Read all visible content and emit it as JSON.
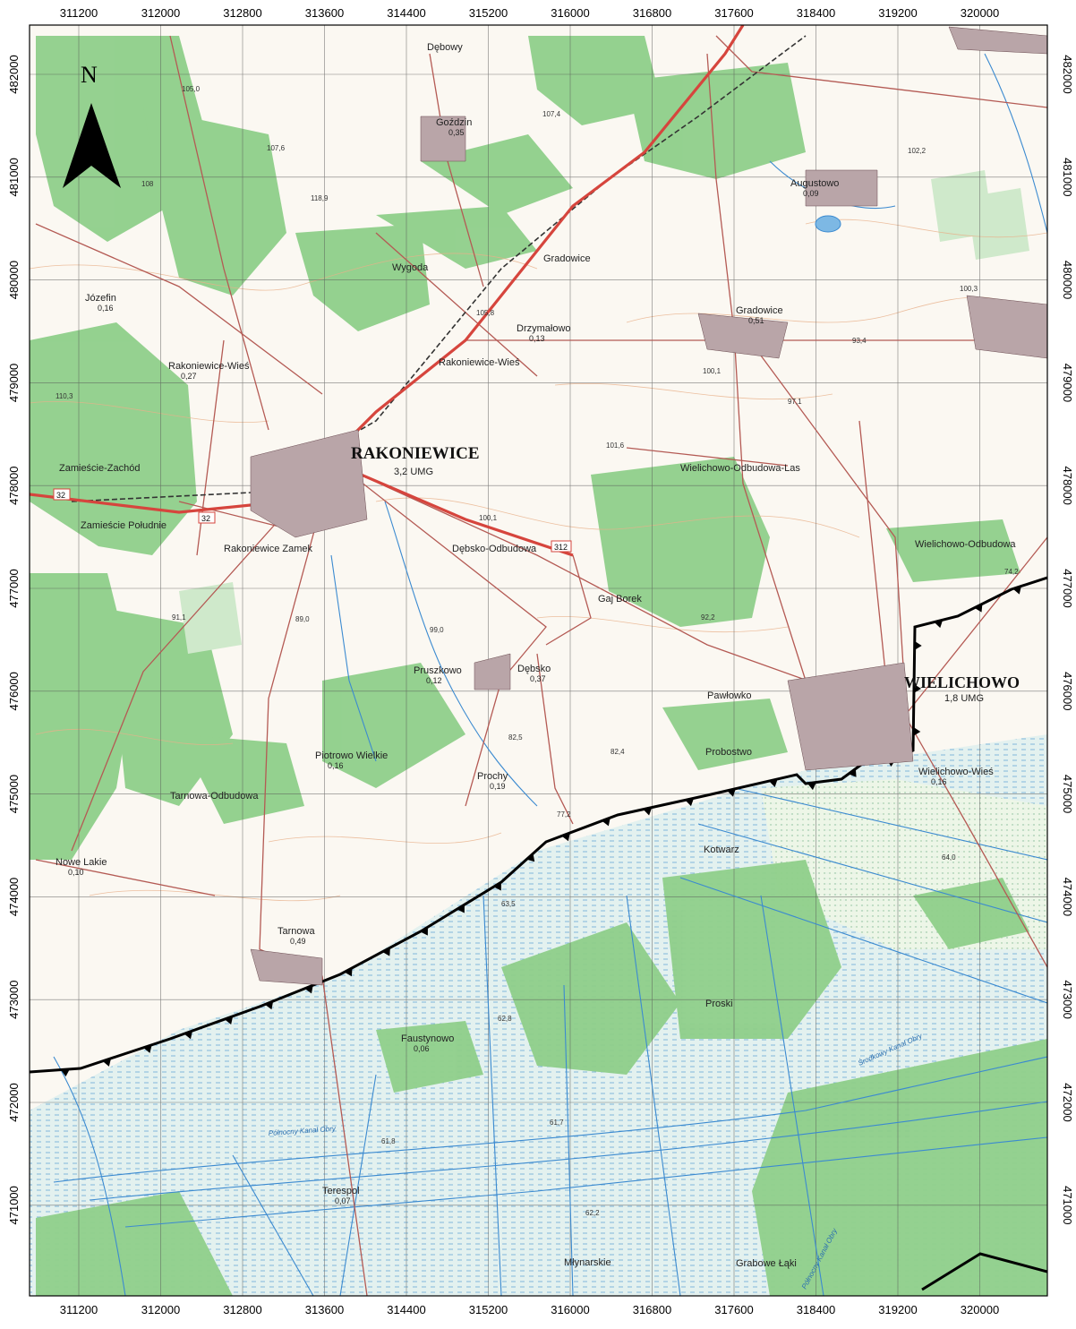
{
  "map": {
    "x_ticks": [
      "311200",
      "312000",
      "312800",
      "313600",
      "314400",
      "315200",
      "316000",
      "316800",
      "317600",
      "318400",
      "319200",
      "320000"
    ],
    "y_ticks": [
      "482000",
      "481000",
      "480000",
      "479000",
      "478000",
      "477000",
      "476000",
      "475000",
      "474000",
      "473000",
      "472000",
      "471000"
    ],
    "north_label": "N",
    "towns": [
      {
        "name": "RAKONIEWICE",
        "sub": "3,2 UMG"
      },
      {
        "name": "WIELICHOWO",
        "sub": "1,8 UMG"
      }
    ],
    "villages": [
      {
        "name": "Goździn",
        "sub": "0,35"
      },
      {
        "name": "Gradowice",
        "sub": "0,51"
      },
      {
        "name": "Augustowo",
        "sub": "0,09"
      },
      {
        "name": "Józefin",
        "sub": "0,16"
      },
      {
        "name": "Rakoniewice-Wieś",
        "sub": "0,27"
      },
      {
        "name": "Drzymałowo",
        "sub": "0,13"
      },
      {
        "name": "Rakoniewice-Wieś",
        "sub": ""
      },
      {
        "name": "Wygoda",
        "sub": ""
      },
      {
        "name": "Gradowice",
        "sub": ""
      },
      {
        "name": "Zamieście Południe",
        "sub": ""
      },
      {
        "name": "Rakoniewice Zamek",
        "sub": ""
      },
      {
        "name": "Dębsko-Odbudowa",
        "sub": ""
      },
      {
        "name": "Pruszkowo",
        "sub": "0,12"
      },
      {
        "name": "Dębsko",
        "sub": "0,37"
      },
      {
        "name": "Piotrowo Wielkie",
        "sub": "0,16"
      },
      {
        "name": "Prochy",
        "sub": "0,19"
      },
      {
        "name": "Nowe Lakie",
        "sub": "0,10"
      },
      {
        "name": "Tarnowa",
        "sub": "0,49"
      },
      {
        "name": "Faustynowo",
        "sub": "0,06"
      },
      {
        "name": "Terespol",
        "sub": "0,07"
      },
      {
        "name": "Wielichowo-Wieś",
        "sub": "0,16"
      },
      {
        "name": "Pawłowko",
        "sub": ""
      },
      {
        "name": "Probostwo",
        "sub": ""
      },
      {
        "name": "Wielichowo-Odbudowa-Las",
        "sub": ""
      },
      {
        "name": "Wielichowo-Odbudowa",
        "sub": ""
      },
      {
        "name": "Gaj Borek",
        "sub": ""
      },
      {
        "name": "Tarnowa-Odbudowa",
        "sub": ""
      },
      {
        "name": "Dębowy",
        "sub": ""
      },
      {
        "name": "Kotwarz",
        "sub": ""
      },
      {
        "name": "Proski",
        "sub": ""
      },
      {
        "name": "Młynarskie",
        "sub": ""
      },
      {
        "name": "Grabowe Łąki",
        "sub": ""
      },
      {
        "name": "Zamieście-Zachód",
        "sub": ""
      }
    ],
    "canals": [
      "Północny Kanał Obry",
      "Środkowy Kanał Obry",
      "Północny Kanał Obry"
    ],
    "road_numbers": [
      "32",
      "32",
      "312"
    ],
    "spot_heights": [
      "105,0",
      "107,6",
      "118,9",
      "105,8",
      "100,1",
      "92,2",
      "89,0",
      "99,0",
      "91,1",
      "82,5",
      "82,4",
      "77,2",
      "63,5",
      "62,8",
      "61,7",
      "61,8",
      "62,2",
      "64,0",
      "74,2",
      "100,3",
      "93,4",
      "97,1",
      "100,1",
      "101,6",
      "110,3",
      "108",
      "107,4",
      "102,2"
    ]
  },
  "colors": {
    "paper": "#fbf8f2",
    "forest": "#8fcf8a",
    "meadow": "#dff0ec",
    "road_main": "#d6453d",
    "road_minor": "#b45a54",
    "water": "#3b8ad0",
    "contour": "#e8b08a",
    "grid": "#555555",
    "boundary": "#000000"
  }
}
